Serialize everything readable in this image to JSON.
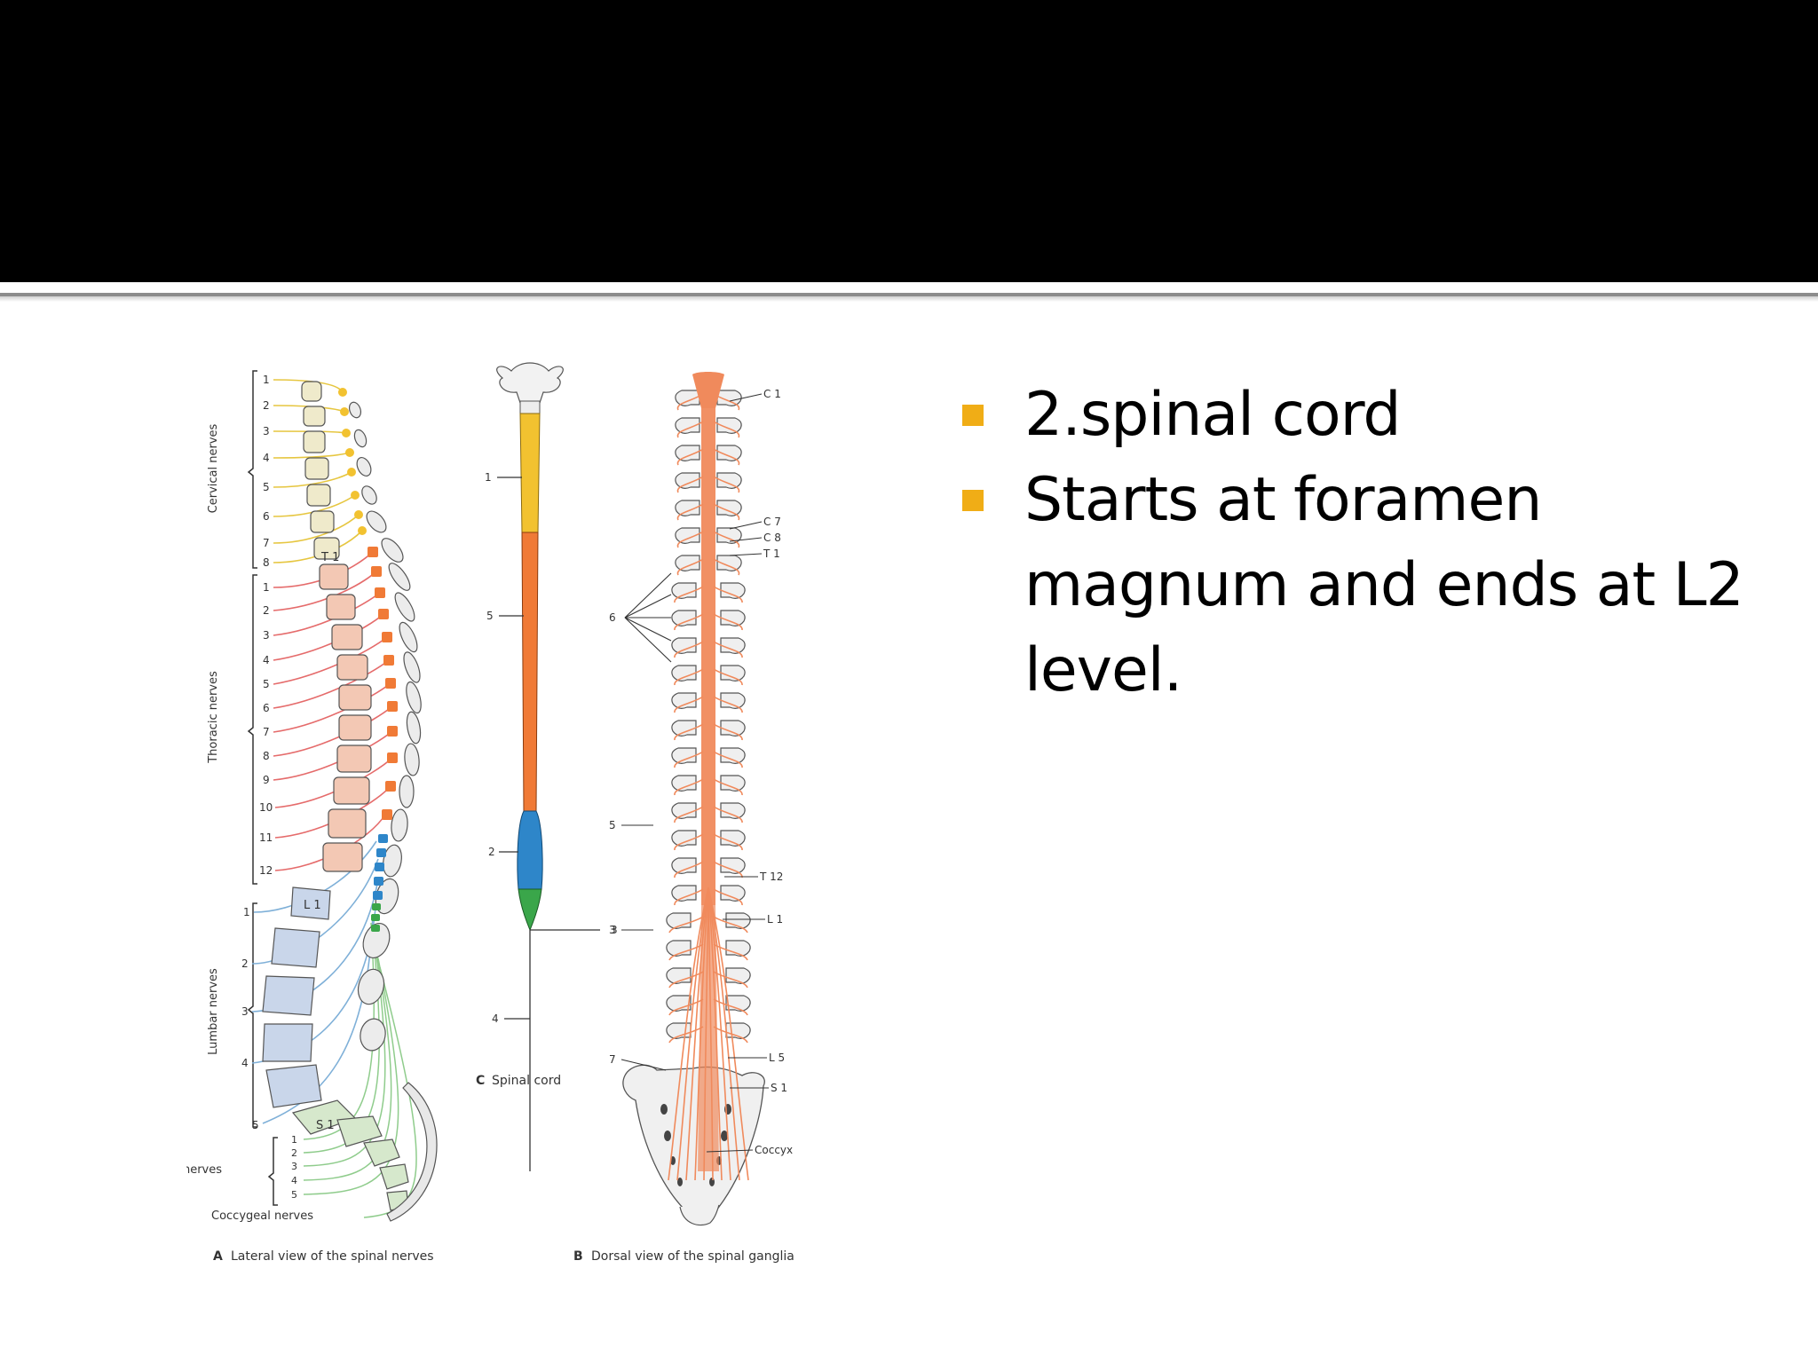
{
  "slide": {
    "header_color": "#000000",
    "bullet_color": "#f0ad16",
    "bullets": [
      {
        "text": "2.spinal cord"
      },
      {
        "text": "Starts at foramen magnum and ends at L2 level."
      }
    ]
  },
  "figure": {
    "colors": {
      "cervical": "#f2c230",
      "thoracic": "#f07a36",
      "lumbar": "#2e86c9",
      "sacral": "#3aa64a",
      "nerve_orange": "#f08a5c",
      "vertebra_cervical": "#efeacb",
      "vertebra_thoracic": "#f3c8b4",
      "vertebra_lumbar": "#c9d6ea",
      "vertebra_sacral": "#d6e8cc"
    },
    "panel_a": {
      "caption_letter": "A",
      "caption": "Lateral view of the spinal nerves",
      "groups": [
        {
          "name": "Cervical nerves",
          "labels": [
            "1",
            "2",
            "3",
            "4",
            "5",
            "6",
            "7",
            "8"
          ]
        },
        {
          "name": "Thoracic nerves",
          "labels": [
            "1",
            "2",
            "3",
            "4",
            "5",
            "6",
            "7",
            "8",
            "9",
            "10",
            "11",
            "12"
          ]
        },
        {
          "name": "Lumbar nerves",
          "labels": [
            "1",
            "2",
            "3",
            "4",
            "5"
          ]
        },
        {
          "name": "Sacral nerves",
          "labels": [
            "1",
            "2",
            "3",
            "4",
            "5"
          ]
        }
      ],
      "coccygeal_label": "Coccygeal nerves",
      "vertebra_labels": [
        "T 1",
        "L 1",
        "S 1"
      ]
    },
    "panel_c": {
      "caption_letter": "C",
      "caption": "Spinal cord",
      "labels": [
        "1",
        "5",
        "2",
        "3",
        "4"
      ]
    },
    "panel_b": {
      "caption_letter": "B",
      "caption": "Dorsal view of the spinal ganglia",
      "right_labels": [
        "C 1",
        "C 7",
        "C 8",
        "T 1",
        "T 12",
        "L 1",
        "L 5",
        "S 1",
        "Coccyx"
      ],
      "left_labels": [
        "6",
        "5",
        "3",
        "7"
      ]
    }
  }
}
